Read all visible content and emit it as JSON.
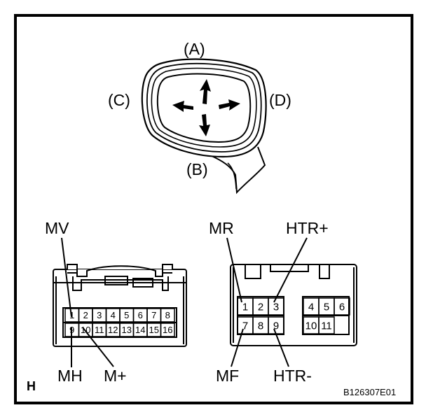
{
  "mirror": {
    "label_a": "(A)",
    "label_b": "(B)",
    "label_c": "(C)",
    "label_d": "(D)"
  },
  "left_connector": {
    "pins_row1": [
      "1",
      "2",
      "3",
      "4",
      "5",
      "6",
      "7",
      "8"
    ],
    "pins_row2": [
      "9",
      "10",
      "11",
      "12",
      "13",
      "14",
      "15",
      "16"
    ],
    "label_mv": "MV",
    "label_mh": "MH",
    "label_mplus": "M+"
  },
  "right_connector": {
    "pins_row1_left": [
      "1",
      "2",
      "3"
    ],
    "pins_row2_left": [
      "7",
      "8",
      "9"
    ],
    "pins_row1_right": [
      "4",
      "5",
      "6"
    ],
    "pins_row2_right": [
      "10",
      "11"
    ],
    "label_mr": "MR",
    "label_htr_plus": "HTR+",
    "label_mf": "MF",
    "label_htr_minus": "HTR-"
  },
  "footer": {
    "corner_letter": "H",
    "figure_code": "B126307E01"
  }
}
